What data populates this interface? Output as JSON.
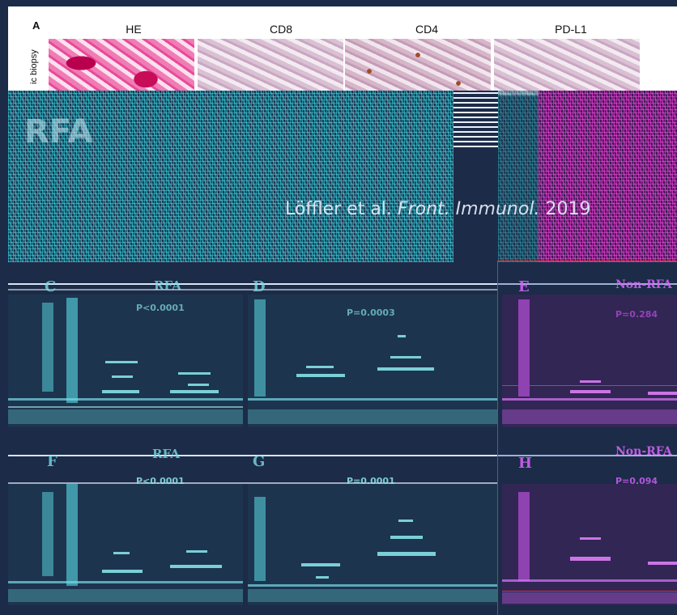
{
  "panel_a": {
    "letter": "A",
    "columns": [
      "HE",
      "CD8",
      "CD4",
      "PD-L1"
    ],
    "row_label": "ic biopsy"
  },
  "overlay_label": "RFA",
  "watermark": {
    "authors": "Löffler et al. ",
    "journal": "Front. Immunol.",
    "year": " 2019"
  },
  "panels": {
    "c": {
      "letter": "C",
      "title": "RFA",
      "pvalue": "P<0.0001"
    },
    "d": {
      "letter": "D",
      "pvalue": "P=0.0003"
    },
    "e": {
      "letter": "E",
      "title": "Non-RFA",
      "pvalue": "P=0.284"
    },
    "f": {
      "letter": "F",
      "title": "RFA",
      "pvalue": "P<0.0001"
    },
    "g": {
      "letter": "G",
      "pvalue": "P=0.0001"
    },
    "h": {
      "letter": "H",
      "title": "Non-RFA",
      "pvalue": "P=0.094"
    }
  },
  "colors": {
    "background": "#1c2b47",
    "cyan_noise": "#28d2dc",
    "magenta_noise": "#ff3cdc",
    "red_line": "#e0303a"
  }
}
